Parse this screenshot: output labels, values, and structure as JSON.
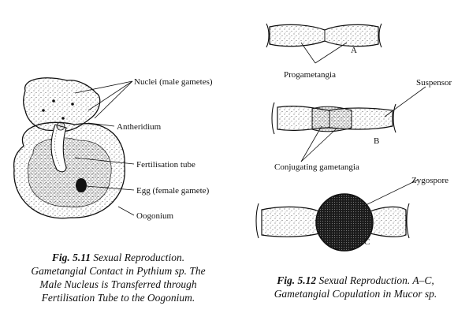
{
  "fig511": {
    "labels": {
      "nuclei": "Nuclei (male gametes)",
      "antheridium": "Antheridium",
      "fert_tube": "Fertilisation tube",
      "egg": "Egg (female gamete)",
      "oogonium": "Oogonium"
    },
    "caption": {
      "number": "Fig. 5.11",
      "line1": "Sexual Reproduction.",
      "line2": "Gametangial Contact in Pythium sp. The",
      "line3": "Male Nucleus is Transferred through",
      "line4": "Fertilisation Tube to the Oogonium."
    }
  },
  "fig512": {
    "labels": {
      "a": "A",
      "progametangia": "Progametangia",
      "suspensor": "Suspensor",
      "b": "B",
      "conjugating": "Conjugating gametangia",
      "zygospore": "Zygospore",
      "c": "C"
    },
    "caption": {
      "number": "Fig. 5.12",
      "line1": "Sexual Reproduction. A–C,",
      "line2": "Gametangial Copulation in Mucor sp."
    }
  }
}
